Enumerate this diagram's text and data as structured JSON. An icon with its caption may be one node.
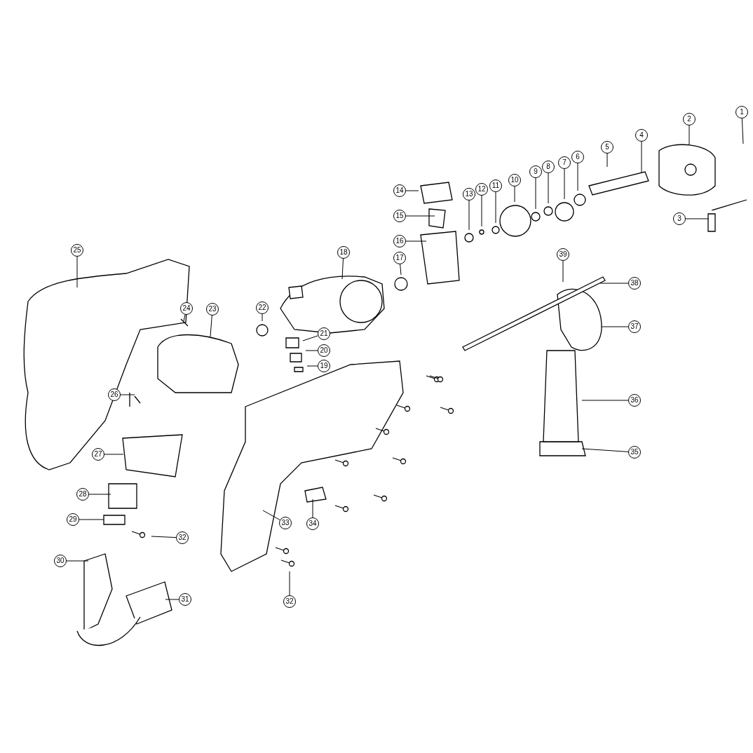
{
  "diagram": {
    "nodes": [
      {
        "text": [
          "1"
        ]
      },
      {
        "text": [
          "2"
        ]
      },
      {
        "text": [
          "3"
        ]
      },
      {
        "text": [
          "4"
        ]
      },
      {
        "text": [
          "5"
        ]
      },
      {
        "text": [
          "6"
        ]
      },
      {
        "text": [
          "7"
        ]
      },
      {
        "text": [
          "8"
        ]
      },
      {
        "text": [
          "9"
        ]
      },
      {
        "text": [
          "10"
        ]
      },
      {
        "text": [
          "11"
        ]
      },
      {
        "text": [
          "12"
        ]
      },
      {
        "text": [
          "13"
        ]
      },
      {
        "text": [
          "14"
        ]
      },
      {
        "text": [
          "15"
        ]
      },
      {
        "text": [
          "16"
        ]
      },
      {
        "text": [
          "17"
        ]
      },
      {
        "text": [
          "18"
        ]
      },
      {
        "text": [
          "19"
        ]
      },
      {
        "text": [
          "20"
        ]
      },
      {
        "text": [
          "21"
        ]
      },
      {
        "text": [
          "22"
        ]
      },
      {
        "text": [
          "23"
        ]
      },
      {
        "text": [
          "24"
        ]
      },
      {
        "text": [
          "25"
        ]
      },
      {
        "text": [
          "26"
        ]
      },
      {
        "text": [
          "27"
        ]
      },
      {
        "text": [
          "28"
        ]
      },
      {
        "text": [
          "29"
        ]
      },
      {
        "text": [
          "30"
        ]
      },
      {
        "text": [
          "31"
        ]
      },
      {
        "text": [
          "32"
        ]
      },
      {
        "text": [
          "32"
        ]
      },
      {
        "text": [
          "33"
        ]
      },
      {
        "text": [
          "34"
        ]
      },
      {
        "text": [
          "35"
        ]
      },
      {
        "text": [
          "36"
        ]
      },
      {
        "text": [
          "37"
        ]
      },
      {
        "text": [
          "38"
        ]
      },
      {
        "text": [
          "39"
        ]
      }
    ],
    "edges": [
      {
        "from": 0,
        "to": null,
        "arrow": "none"
      },
      {
        "from": 1,
        "to": null,
        "arrow": "none"
      },
      {
        "from": 2,
        "to": null,
        "arrow": "none"
      },
      {
        "from": 3,
        "to": null,
        "arrow": "none"
      },
      {
        "from": 4,
        "to": null,
        "arrow": "none"
      },
      {
        "from": 5,
        "to": null,
        "arrow": "none"
      },
      {
        "from": 6,
        "to": null,
        "arrow": "none"
      },
      {
        "from": 7,
        "to": null,
        "arrow": "none"
      },
      {
        "from": 8,
        "to": null,
        "arrow": "none"
      },
      {
        "from": 9,
        "to": null,
        "arrow": "none"
      },
      {
        "from": 10,
        "to": null,
        "arrow": "none"
      },
      {
        "from": 11,
        "to": null,
        "arrow": "none"
      },
      {
        "from": 12,
        "to": null,
        "arrow": "none"
      },
      {
        "from": 13,
        "to": null,
        "arrow": "none"
      },
      {
        "from": 14,
        "to": null,
        "arrow": "none"
      },
      {
        "from": 15,
        "to": null,
        "arrow": "none"
      },
      {
        "from": 16,
        "to": null,
        "arrow": "none"
      },
      {
        "from": 17,
        "to": null,
        "arrow": "none"
      },
      {
        "from": 18,
        "to": null,
        "arrow": "none"
      },
      {
        "from": 19,
        "to": null,
        "arrow": "none"
      },
      {
        "from": 20,
        "to": null,
        "arrow": "none"
      },
      {
        "from": 21,
        "to": null,
        "arrow": "none"
      },
      {
        "from": 22,
        "to": null,
        "arrow": "none"
      },
      {
        "from": 23,
        "to": null,
        "arrow": "none"
      },
      {
        "from": 24,
        "to": null,
        "arrow": "none"
      },
      {
        "from": 25,
        "to": null,
        "arrow": "none"
      },
      {
        "from": 26,
        "to": null,
        "arrow": "none"
      },
      {
        "from": 27,
        "to": null,
        "arrow": "none"
      },
      {
        "from": 28,
        "to": null,
        "arrow": "none"
      },
      {
        "from": 29,
        "to": null,
        "arrow": "none"
      },
      {
        "from": 30,
        "to": null,
        "arrow": "none"
      },
      {
        "from": 31,
        "to": null,
        "arrow": "none"
      },
      {
        "from": 32,
        "to": null,
        "arrow": "none"
      },
      {
        "from": 33,
        "to": null,
        "arrow": "none"
      },
      {
        "from": 34,
        "to": null,
        "arrow": "none"
      },
      {
        "from": 35,
        "to": null,
        "arrow": "none"
      },
      {
        "from": 36,
        "to": null,
        "arrow": "none"
      },
      {
        "from": 37,
        "to": null,
        "arrow": "none"
      },
      {
        "from": 38,
        "to": null,
        "arrow": "none"
      },
      {
        "from": 39,
        "to": null,
        "arrow": "none"
      }
    ]
  }
}
